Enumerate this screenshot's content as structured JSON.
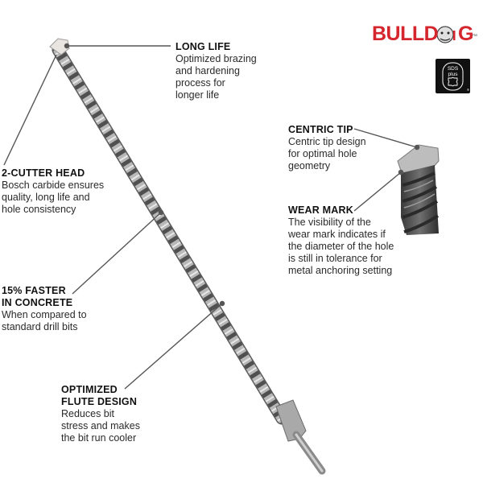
{
  "brand": {
    "logo_text": "BULLDOG",
    "logo_color": "#d6262d",
    "trademark": "™",
    "badge": {
      "line1": "SDS",
      "line2": "plus",
      "registered": "®"
    }
  },
  "callouts": [
    {
      "id": "long-life",
      "title": "LONG LIFE",
      "lines": [
        "Optimized brazing",
        "and hardening",
        "process for",
        "longer life"
      ]
    },
    {
      "id": "two-cutter-head",
      "title": "2-CUTTER HEAD",
      "lines": [
        "Bosch carbide ensures",
        "quality, long life and",
        "hole consistency"
      ]
    },
    {
      "id": "centric-tip",
      "title": "CENTRIC TIP",
      "lines": [
        "Centric tip design",
        "for optimal hole",
        "geometry"
      ]
    },
    {
      "id": "wear-mark",
      "title": "WEAR MARK",
      "lines": [
        "The visibility of the",
        "wear mark indicates if",
        "the diameter of the hole",
        "is still in tolerance for",
        "metal anchoring setting"
      ]
    },
    {
      "id": "faster-concrete",
      "title_lines": [
        "15% FASTER",
        "IN CONCRETE"
      ],
      "lines": [
        "When compared to",
        "standard drill bits"
      ]
    },
    {
      "id": "flute-design",
      "title_lines": [
        "OPTIMIZED",
        "FLUTE DESIGN"
      ],
      "lines": [
        "Reduces bit",
        "stress and makes",
        "the bit run cooler"
      ]
    }
  ],
  "colors": {
    "leader_line": "#555555",
    "steel_dark": "#5a5a5a",
    "steel_light": "#c9c9c9"
  }
}
